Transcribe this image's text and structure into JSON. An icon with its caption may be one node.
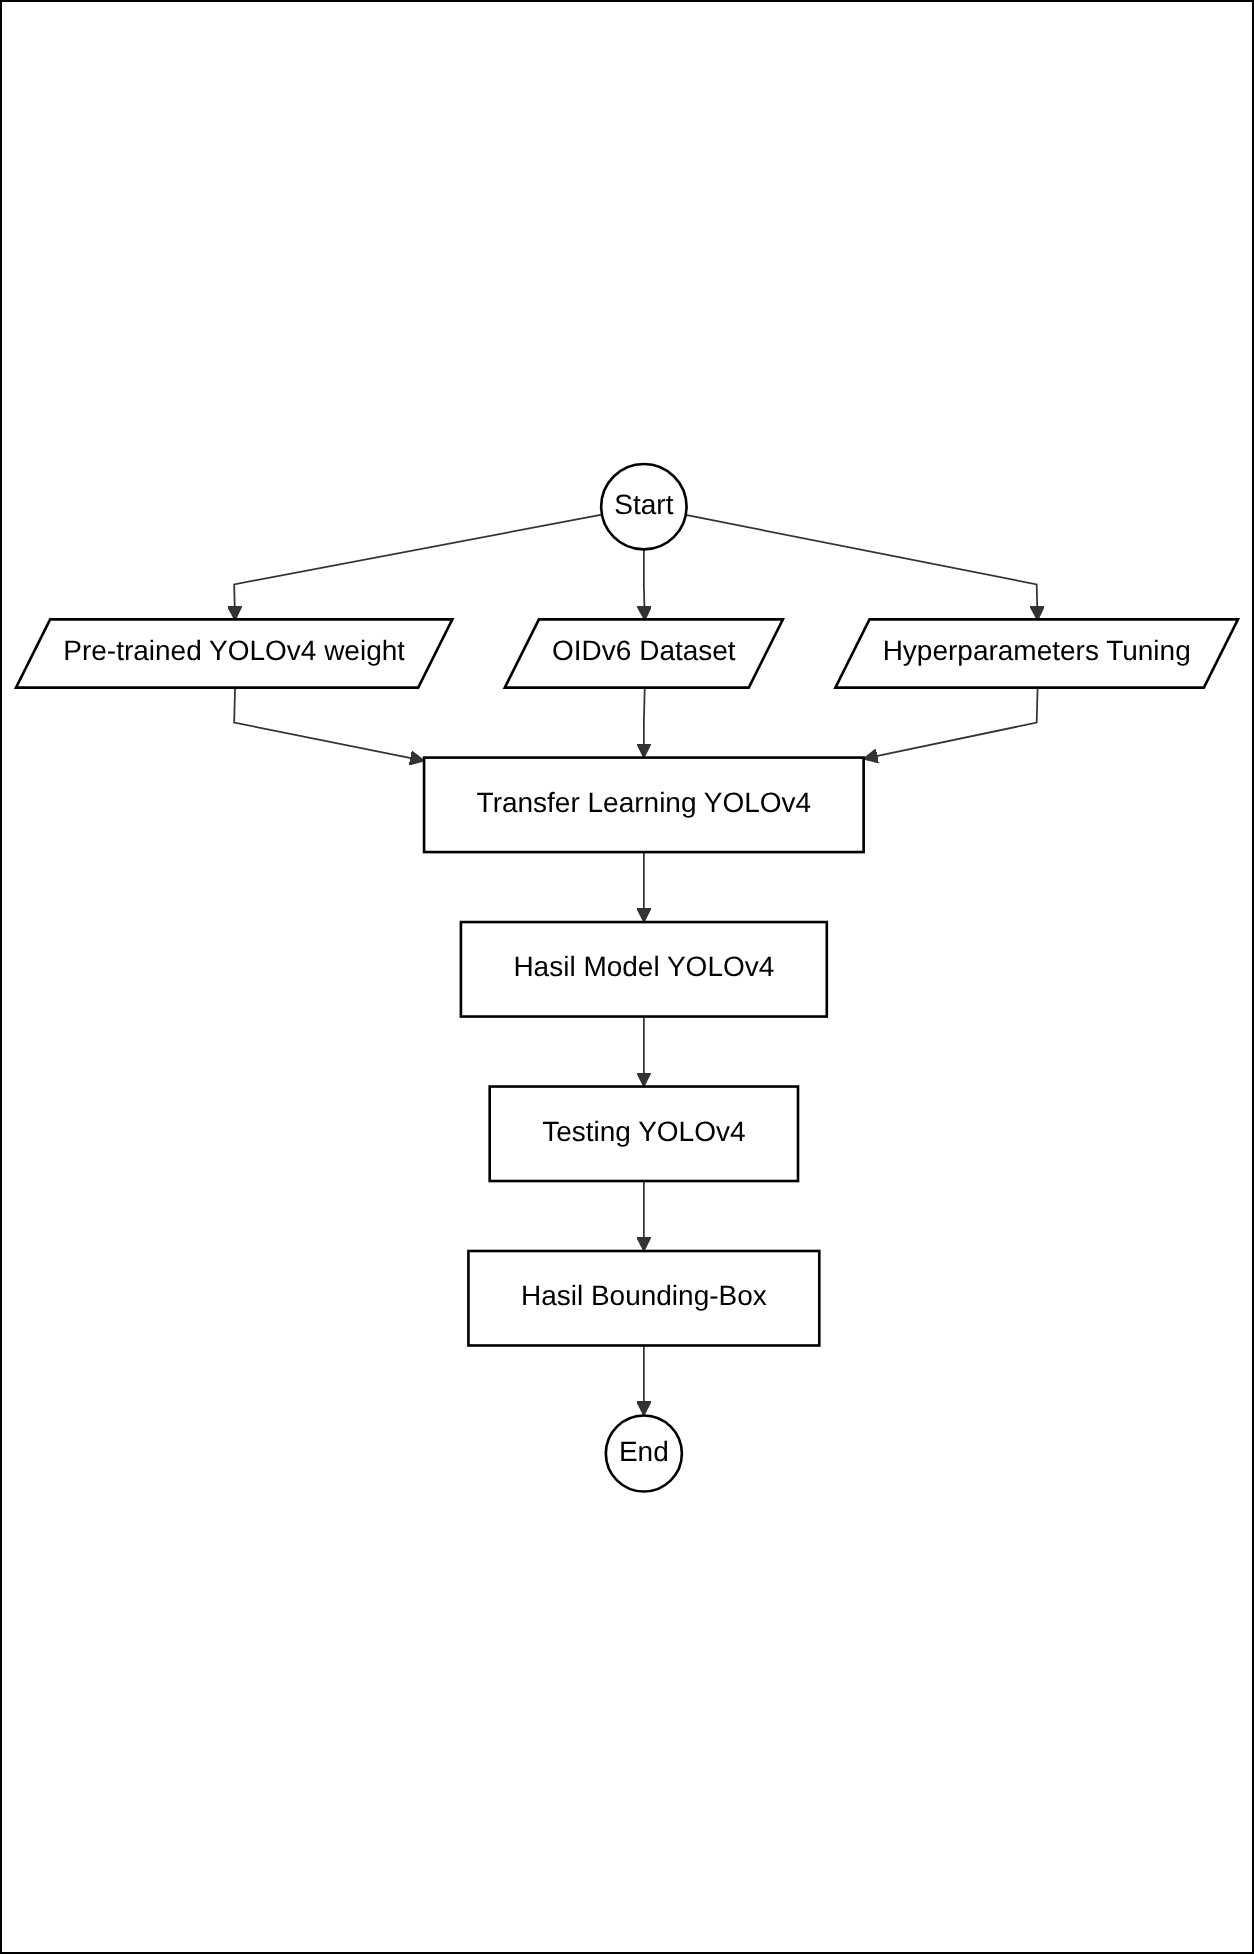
{
  "diagram": {
    "nodes": [
      {
        "text": [
          "Start"
        ]
      },
      {
        "text": [
          "Pre-trained YOLOv4 weight"
        ]
      },
      {
        "text": [
          "OIDv6 Dataset"
        ]
      },
      {
        "text": [
          "Hyperparameters Tuning"
        ]
      },
      {
        "text": [
          "Transfer Learning YOLOv4"
        ]
      },
      {
        "text": [
          "Hasil Model YOLOv4"
        ]
      },
      {
        "text": [
          "Testing YOLOv4"
        ]
      },
      {
        "text": [
          "Hasil Bounding-Box"
        ]
      },
      {
        "text": [
          "End"
        ]
      }
    ],
    "edges": [
      {
        "from": 0,
        "to": 1,
        "arrow": "to"
      },
      {
        "from": 0,
        "to": 2,
        "arrow": "to"
      },
      {
        "from": 0,
        "to": 3,
        "arrow": "to"
      },
      {
        "from": 1,
        "to": 4,
        "arrow": "to"
      },
      {
        "from": 2,
        "to": 4,
        "arrow": "to"
      },
      {
        "from": 3,
        "to": 4,
        "arrow": "to"
      },
      {
        "from": 4,
        "to": 5,
        "arrow": "to"
      },
      {
        "from": 5,
        "to": 6,
        "arrow": "to"
      },
      {
        "from": 6,
        "to": 7,
        "arrow": "to"
      },
      {
        "from": 7,
        "to": 8,
        "arrow": "to"
      }
    ]
  }
}
